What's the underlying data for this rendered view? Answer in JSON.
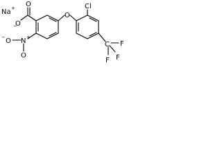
{
  "molecule": {
    "counter_ion": "Na",
    "counter_ion_charge": "+",
    "carboxylate_oxygen_carbonyl": "O",
    "carboxylate_oxygen_anion": "O",
    "carboxylate_charge": "−",
    "nitro_nitrogen": "N",
    "nitro_nitrogen_charge": "+",
    "nitro_oxygen_anion": "O",
    "nitro_oxygen_charge": "−",
    "ether_oxygen": "O",
    "chloro": "Cl",
    "trifluoromethyl_carbon": "C",
    "fluorine_label": "F"
  }
}
